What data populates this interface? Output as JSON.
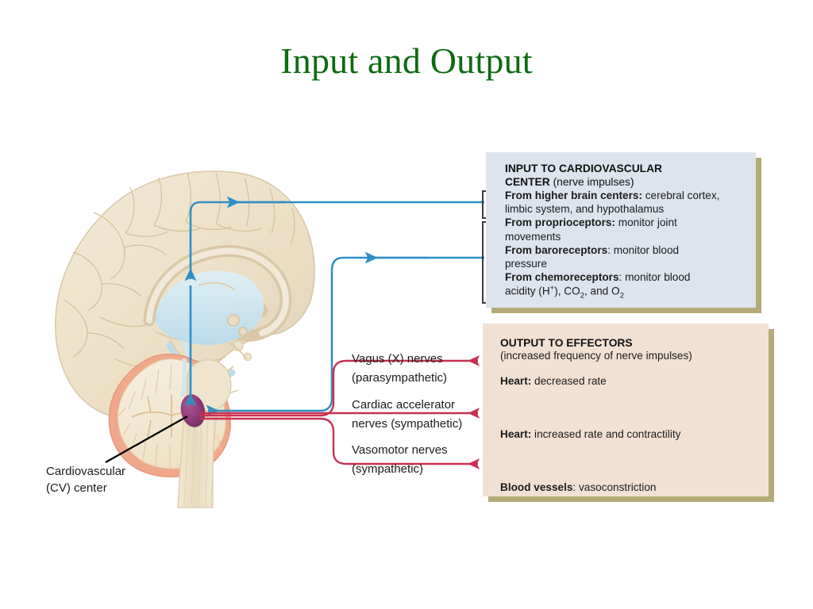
{
  "slide": {
    "title": "Input and Output",
    "title_color": "#0d6b12",
    "background": "#ffffff"
  },
  "colors": {
    "input_box_fill": "#dde4ee",
    "output_box_fill": "#f2e1d3",
    "box_shadow": "#b5ab78",
    "afferent_arrow": "#2f8fc4",
    "efferent_arrow": "#c9304f",
    "cv_center": "#8d3a79",
    "brain_tissue": "#ece0c9",
    "ventricle": "#cfe7f2",
    "cerebellum_cortex": "#f0a88c",
    "leader_line": "#000000"
  },
  "input_box": {
    "heading_bold": "INPUT TO CARDIOVASCULAR",
    "heading_bold_2": "CENTER",
    "heading_regular": " (nerve impulses)",
    "items": [
      {
        "bold": "From higher brain centers:",
        "rest": " cerebral cortex,",
        "cont": "limbic system, and hypothalamus"
      },
      {
        "bold": "From proprioceptors:",
        "rest": " monitor joint",
        "cont": "movements"
      },
      {
        "bold": "From baroreceptors",
        "rest": ": monitor blood",
        "cont": "pressure"
      },
      {
        "bold": "From chemoreceptors",
        "rest": ": monitor blood",
        "cont_prefix": "acidity (H",
        "cont_sup": "+",
        "cont_mid": "), CO",
        "cont_sub": "2",
        "cont_suffix": ", and O",
        "cont_sub2": "2"
      }
    ]
  },
  "output_box": {
    "heading": "OUTPUT TO EFFECTORS",
    "subheading": "(increased frequency of nerve impulses)",
    "items": [
      {
        "bold": "Heart:",
        "rest": " decreased rate"
      },
      {
        "bold": "Heart:",
        "rest": " increased rate and contractility"
      },
      {
        "bold": "Blood vessels",
        "rest": ": vasoconstriction"
      }
    ]
  },
  "nerve_labels": [
    {
      "line1": "Vagus (X) nerves",
      "line2": "(parasympathetic)"
    },
    {
      "line1": "Cardiac accelerator",
      "line2": "nerves (sympathetic)"
    },
    {
      "line1": "Vasomotor nerves",
      "line2": "(sympathetic)"
    }
  ],
  "cv_center_label": {
    "line1": "Cardiovascular",
    "line2": "(CV) center"
  }
}
